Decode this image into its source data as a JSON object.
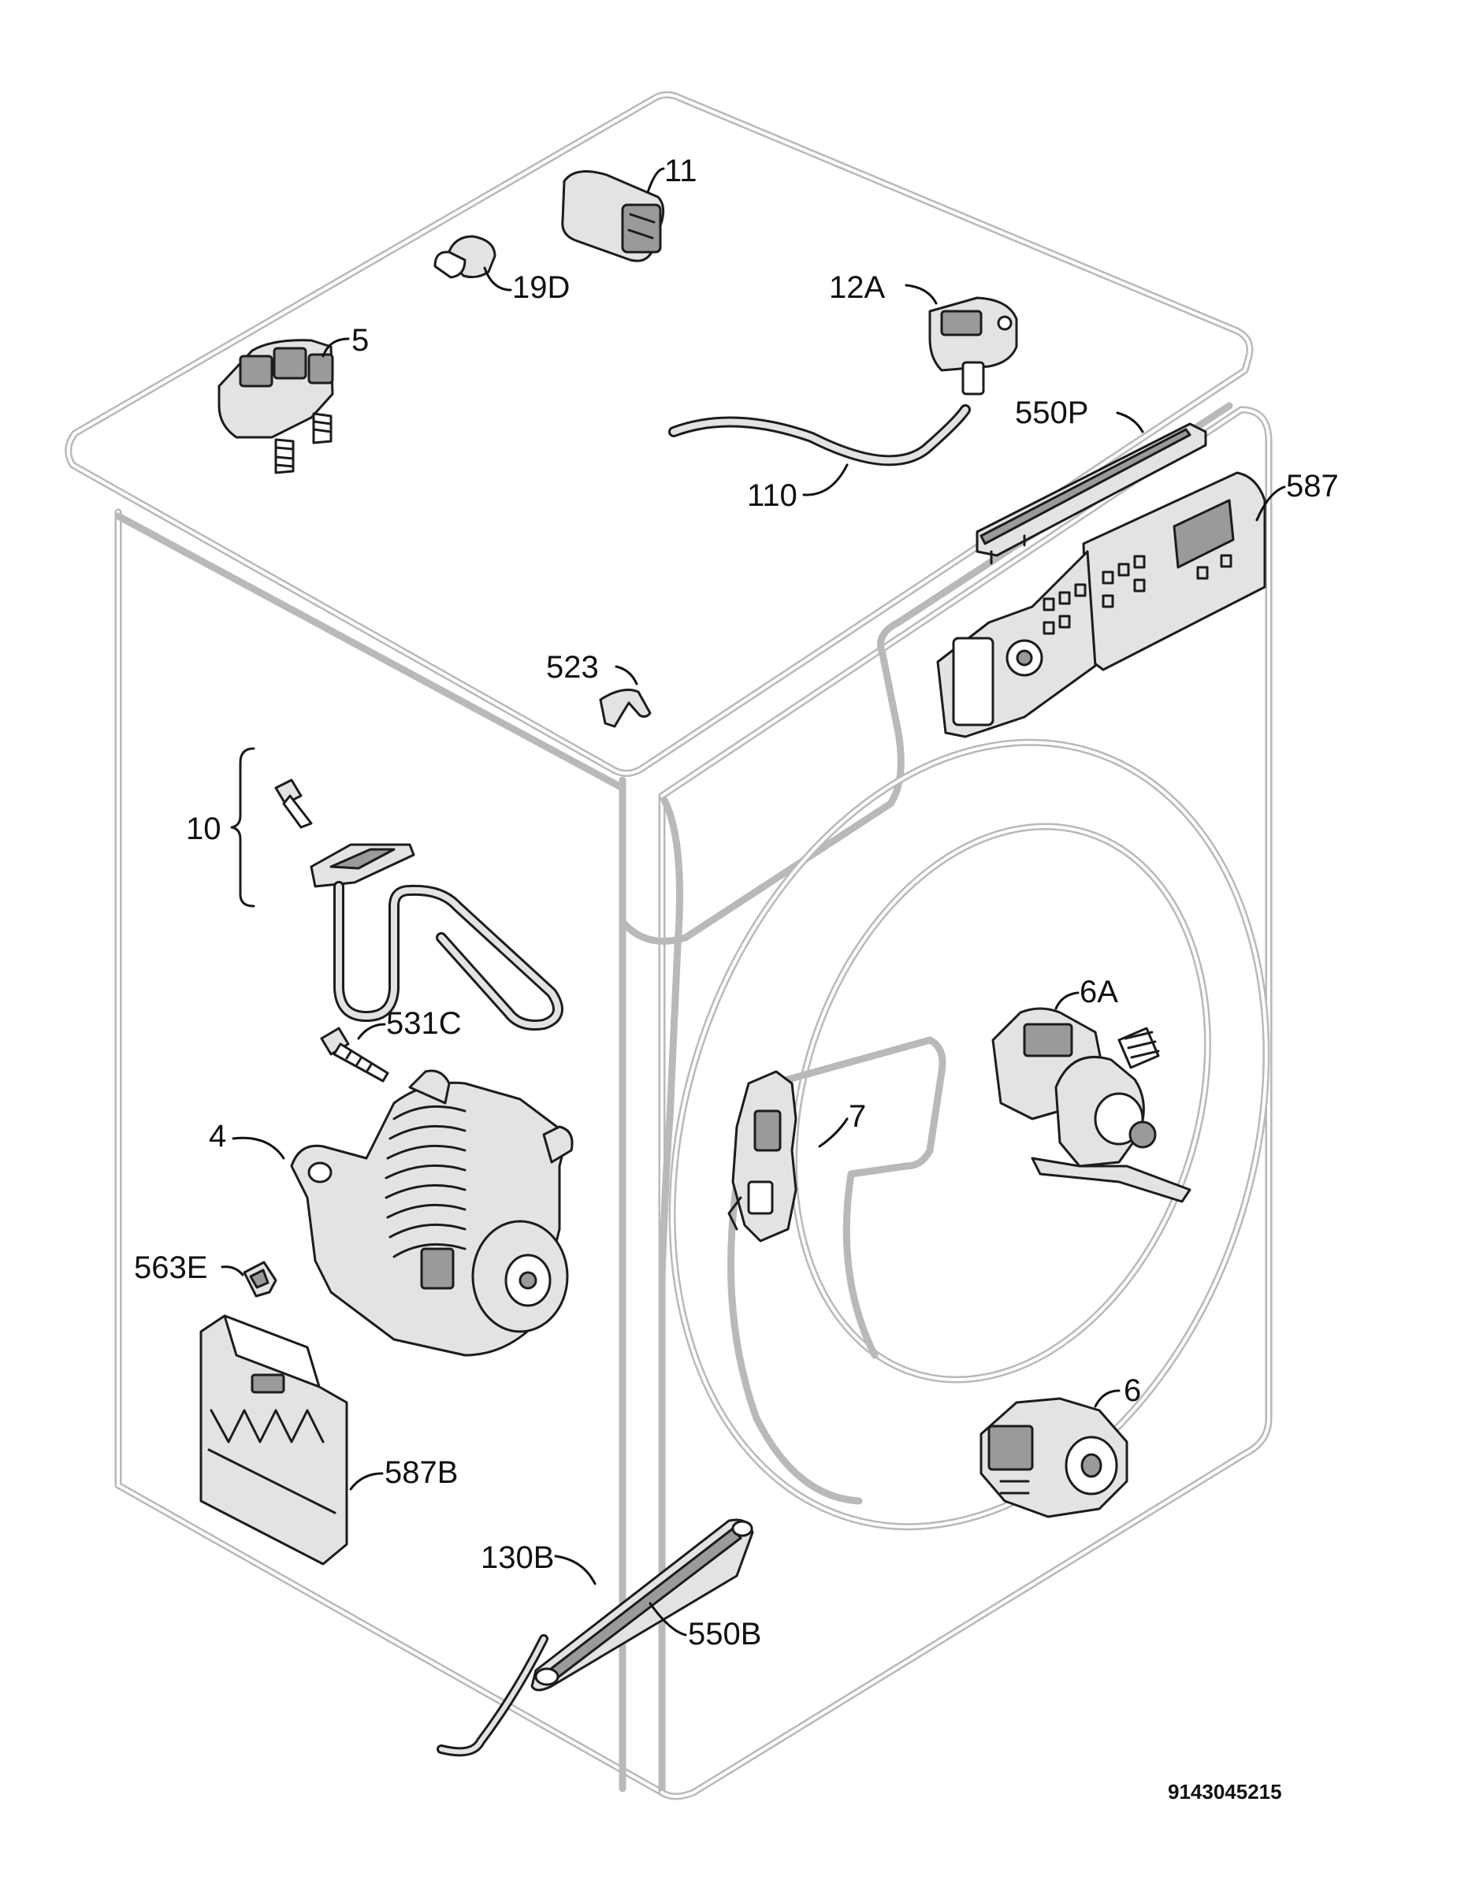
{
  "labels": {
    "p11": "11",
    "p19d": "19D",
    "p12a": "12A",
    "p5": "5",
    "p550p": "550P",
    "p110": "110",
    "p587": "587",
    "p523": "523",
    "p10": "10",
    "p531c": "531C",
    "p6a": "6A",
    "p7": "7",
    "p4": "4",
    "p563e": "563E",
    "p6": "6",
    "p587b": "587B",
    "p130b": "130B",
    "p550b": "550B"
  },
  "document_number": "9143045215"
}
